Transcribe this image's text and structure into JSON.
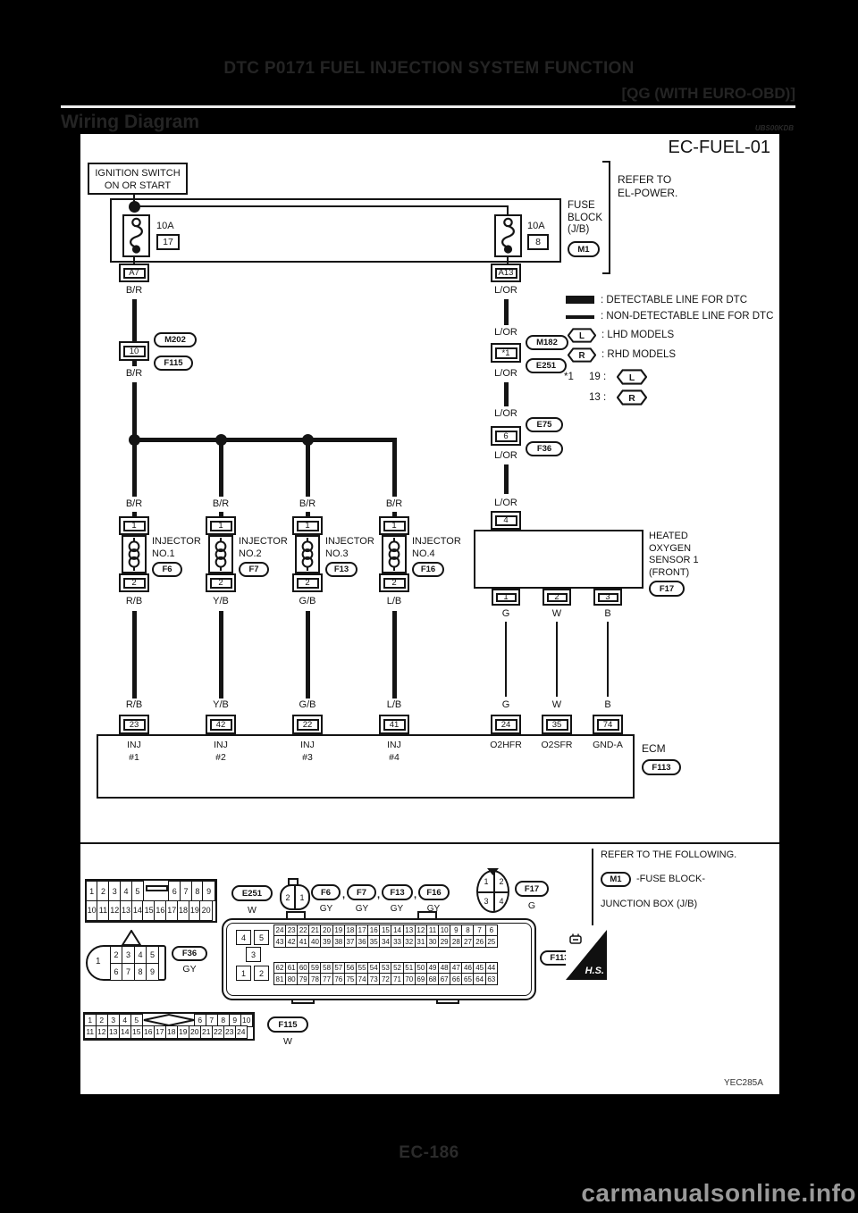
{
  "colors": {
    "page_bg": "#000000",
    "panel_bg": "#ffffff",
    "ink": "#141414",
    "header_text": "#242424",
    "watermark": "#9a9a9a"
  },
  "page": {
    "title": "DTC P0171 FUEL INJECTION SYSTEM FUNCTION",
    "subtitle": "[QG (WITH EURO-OBD)]",
    "section": "Wiring Diagram",
    "section_code": "UBS00KDB",
    "diagram_id": "EC-FUEL-01",
    "figure_code": "YEC285A",
    "page_number": "EC-186",
    "watermark": "carmanualsonline.info"
  },
  "ignition": {
    "lines": [
      "IGNITION SWITCH",
      "ON OR START"
    ]
  },
  "fuse_block": {
    "label": [
      "FUSE",
      "BLOCK",
      "(J/B)"
    ],
    "ref": "M1",
    "refer": [
      "REFER TO",
      "EL-POWER."
    ],
    "fuse_left": {
      "rating": "10A",
      "num": "17",
      "term": "A7",
      "wire": "B/R"
    },
    "fuse_right": {
      "rating": "10A",
      "num": "8",
      "term": "A13",
      "wire": "L/OR"
    }
  },
  "legend": {
    "detectable": ": DETECTABLE LINE FOR DTC",
    "non_detectable": ": NON-DETECTABLE LINE FOR DTC",
    "lhd_sym": "L",
    "lhd": ": LHD MODELS",
    "rhd_sym": "R",
    "rhd": ": RHD MODELS",
    "star": "*1",
    "n19": "19 :",
    "n19_sym": "L",
    "n13": "13 :",
    "n13_sym": "R"
  },
  "left_chain": {
    "conn": {
      "num": "10",
      "ref_top": "M202",
      "ref_bot": "F115"
    },
    "wire2": "B/R"
  },
  "right_chain": {
    "wires": [
      "L/OR",
      "L/OR",
      "L/OR",
      "L/OR",
      "L/OR"
    ],
    "conn1": {
      "num": "*1",
      "ref_top": "M182",
      "ref_bot": "E251"
    },
    "conn2": {
      "num": "6",
      "ref_top": "E75",
      "ref_bot": "F36"
    }
  },
  "injectors": [
    {
      "wire_top": "B/R",
      "pin_top": "1",
      "name1": "INJECTOR",
      "name2": "NO.1",
      "ref": "F6",
      "pin_bot": "2",
      "wire_bot": "R/B"
    },
    {
      "wire_top": "B/R",
      "pin_top": "1",
      "name1": "INJECTOR",
      "name2": "NO.2",
      "ref": "F7",
      "pin_bot": "2",
      "wire_bot": "Y/B"
    },
    {
      "wire_top": "B/R",
      "pin_top": "1",
      "name1": "INJECTOR",
      "name2": "NO.3",
      "ref": "F13",
      "pin_bot": "2",
      "wire_bot": "G/B"
    },
    {
      "wire_top": "B/R",
      "pin_top": "1",
      "name1": "INJECTOR",
      "name2": "NO.4",
      "ref": "F16",
      "pin_bot": "2",
      "wire_bot": "L/B"
    }
  ],
  "o2": {
    "pin_top": "4",
    "wire_top": "L/OR",
    "name": [
      "HEATED",
      "OXYGEN",
      "SENSOR 1",
      "(FRONT)"
    ],
    "ref": "F17",
    "pins": [
      {
        "num": "1",
        "wire": "G"
      },
      {
        "num": "2",
        "wire": "W"
      },
      {
        "num": "3",
        "wire": "B"
      }
    ]
  },
  "ecm": {
    "name": "ECM",
    "ref": "F113",
    "terminals": [
      {
        "num": "23",
        "l1": "INJ",
        "l2": "#1",
        "wire": "R/B"
      },
      {
        "num": "42",
        "l1": "INJ",
        "l2": "#2",
        "wire": "Y/B"
      },
      {
        "num": "22",
        "l1": "INJ",
        "l2": "#3",
        "wire": "G/B"
      },
      {
        "num": "41",
        "l1": "INJ",
        "l2": "#4",
        "wire": "L/B"
      },
      {
        "num": "24",
        "l1": "O2HFR",
        "l2": "",
        "wire": "G"
      },
      {
        "num": "35",
        "l1": "O2SFR",
        "l2": "",
        "wire": "W"
      },
      {
        "num": "74",
        "l1": "GND-A",
        "l2": "",
        "wire": "B"
      }
    ]
  },
  "views": {
    "e251": {
      "ref": "E251",
      "color": "W",
      "row1a": [
        "1",
        "2",
        "3",
        "4",
        "5"
      ],
      "row1b": [
        "6",
        "7",
        "8",
        "9"
      ],
      "row2": [
        "10",
        "11",
        "12",
        "13",
        "14",
        "15",
        "16",
        "17",
        "18",
        "19",
        "20"
      ]
    },
    "inj_view": {
      "pins": [
        "2",
        "1"
      ],
      "sep": ",",
      "items": [
        {
          "ref": "F6",
          "color": "GY"
        },
        {
          "ref": "F7",
          "color": "GY"
        },
        {
          "ref": "F13",
          "color": "GY"
        },
        {
          "ref": "F16",
          "color": "GY"
        }
      ]
    },
    "f17": {
      "ref": "F17",
      "color": "G",
      "q": [
        "1",
        "2",
        "3",
        "4"
      ]
    },
    "following": {
      "lines": [
        "REFER TO THE FOLLOWING.",
        "-FUSE BLOCK-",
        "JUNCTION BOX (J/B)"
      ],
      "m1": "M1"
    },
    "f36": {
      "ref": "F36",
      "color": "GY",
      "big": "1",
      "row1": [
        "2",
        "3",
        "4",
        "5"
      ],
      "row2": [
        "6",
        "7",
        "8",
        "9"
      ]
    },
    "f113": {
      "ref": "F113",
      "hs": "H.S.",
      "left_top": [
        "4",
        "5"
      ],
      "left_mid": [
        "3"
      ],
      "left_bot": [
        "1",
        "2"
      ],
      "gridA1": [
        "24",
        "23",
        "22",
        "21",
        "20",
        "19",
        "18",
        "17",
        "16",
        "15",
        "14",
        "13",
        "12",
        "11",
        "10",
        "9",
        "8",
        "7",
        "6"
      ],
      "gridA2": [
        "43",
        "42",
        "41",
        "40",
        "39",
        "38",
        "37",
        "36",
        "35",
        "34",
        "33",
        "32",
        "31",
        "30",
        "29",
        "28",
        "27",
        "26",
        "25"
      ],
      "gridB1": [
        "62",
        "61",
        "60",
        "59",
        "58",
        "57",
        "56",
        "55",
        "54",
        "53",
        "52",
        "51",
        "50",
        "49",
        "48",
        "47",
        "46",
        "45",
        "44"
      ],
      "gridB2": [
        "81",
        "80",
        "79",
        "78",
        "77",
        "76",
        "75",
        "74",
        "73",
        "72",
        "71",
        "70",
        "69",
        "68",
        "67",
        "66",
        "65",
        "64",
        "63"
      ]
    },
    "f115": {
      "ref": "F115",
      "color": "W",
      "row1a": [
        "1",
        "2",
        "3",
        "4",
        "5"
      ],
      "row1b": [
        "6",
        "7",
        "8",
        "9",
        "10"
      ],
      "row2": [
        "11",
        "12",
        "13",
        "14",
        "15",
        "16",
        "17",
        "18",
        "19",
        "20",
        "21",
        "22",
        "23",
        "24"
      ]
    }
  }
}
